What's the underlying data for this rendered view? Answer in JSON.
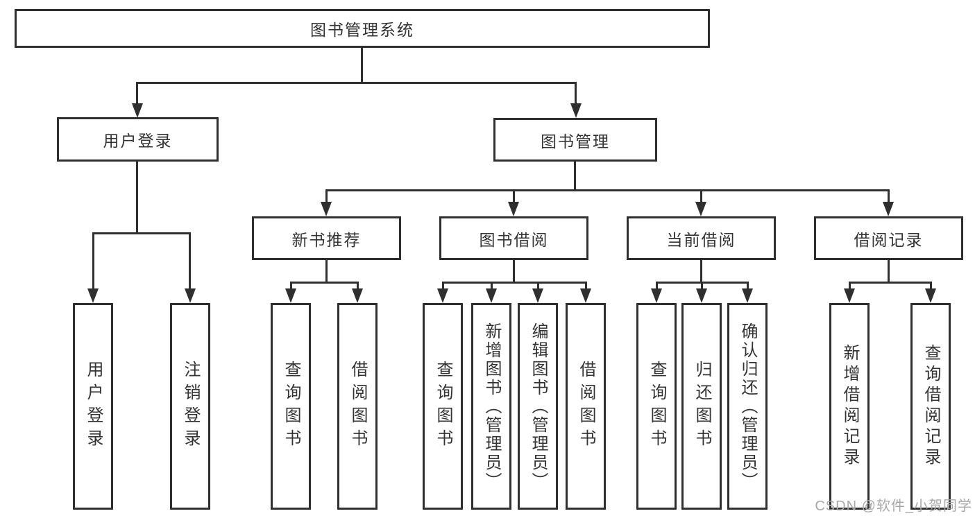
{
  "diagram": {
    "root": {
      "label": "图书管理系统"
    },
    "level2": [
      {
        "label": "用户登录"
      },
      {
        "label": "图书管理"
      }
    ],
    "level3": [
      {
        "label": "新书推荐",
        "parent": "图书管理"
      },
      {
        "label": "图书借阅",
        "parent": "图书管理"
      },
      {
        "label": "当前借阅",
        "parent": "图书管理"
      },
      {
        "label": "借阅记录",
        "parent": "图书管理"
      }
    ],
    "leaves": [
      {
        "label": "用户登录",
        "parent": "用户登录"
      },
      {
        "label": "注销登录",
        "parent": "用户登录"
      },
      {
        "label": "查询图书",
        "parent": "新书推荐"
      },
      {
        "label": "借阅图书",
        "parent": "新书推荐"
      },
      {
        "label": "查询图书",
        "parent": "图书借阅"
      },
      {
        "label": "新增图书（管理员）",
        "parent": "图书借阅"
      },
      {
        "label": "编辑图书（管理员）",
        "parent": "图书借阅"
      },
      {
        "label": "借阅图书",
        "parent": "图书借阅"
      },
      {
        "label": "查询图书",
        "parent": "当前借阅"
      },
      {
        "label": "归还图书",
        "parent": "当前借阅"
      },
      {
        "label": "确认归还（管理员）",
        "parent": "当前借阅"
      },
      {
        "label": "新增借阅记录",
        "parent": "借阅记录"
      },
      {
        "label": "查询借阅记录",
        "parent": "借阅记录"
      }
    ]
  },
  "watermark": {
    "text": "CSDN @软件_小贺同学"
  },
  "colors": {
    "line": "#2f2f2f",
    "text": "#333333",
    "box_bg": "#ffffff",
    "watermark": "#a8a8a8"
  }
}
